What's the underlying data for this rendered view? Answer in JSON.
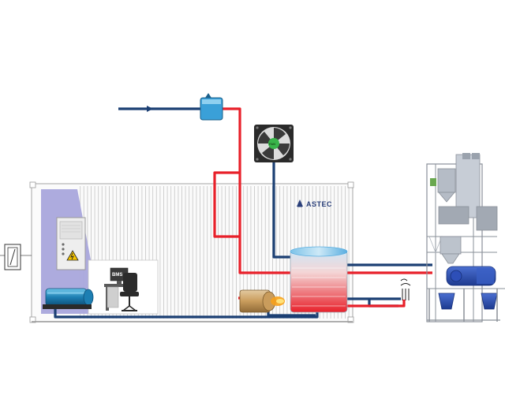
{
  "brand": {
    "name": "ASTEC",
    "color": "#2a3f7a"
  },
  "bms_label": "BMS",
  "fan_label": "FAN",
  "colors": {
    "hot_pipe": "#e8202a",
    "cold_pipe": "#1b3f73",
    "container_line": "#b8b8b8",
    "battery_room": "#a9a6dc",
    "tank_water": "#3aa0d8",
    "plant_steel": "#8a9099"
  },
  "components": [
    {
      "name": "water-inlet",
      "icon": "arrow-right-icon"
    },
    {
      "name": "expansion-tank",
      "icon": "water-tank-icon"
    },
    {
      "name": "cooling-fan",
      "icon": "fan-icon"
    },
    {
      "name": "electrical-cabinet",
      "icon": "high-voltage-warning-icon"
    },
    {
      "name": "bms-workstation",
      "icon": "computer-monitor-icon"
    },
    {
      "name": "office-chair",
      "icon": "chair-icon"
    },
    {
      "name": "circulation-pump",
      "icon": "pump-icon"
    },
    {
      "name": "burner",
      "icon": "burner-icon"
    },
    {
      "name": "heat-exchanger-tank",
      "icon": "heat-exchanger-icon"
    },
    {
      "name": "thermal-coil",
      "icon": "coil-icon"
    },
    {
      "name": "asphalt-plant",
      "icon": "asphalt-plant-icon"
    },
    {
      "name": "wall-switch",
      "icon": "switch-icon"
    }
  ]
}
